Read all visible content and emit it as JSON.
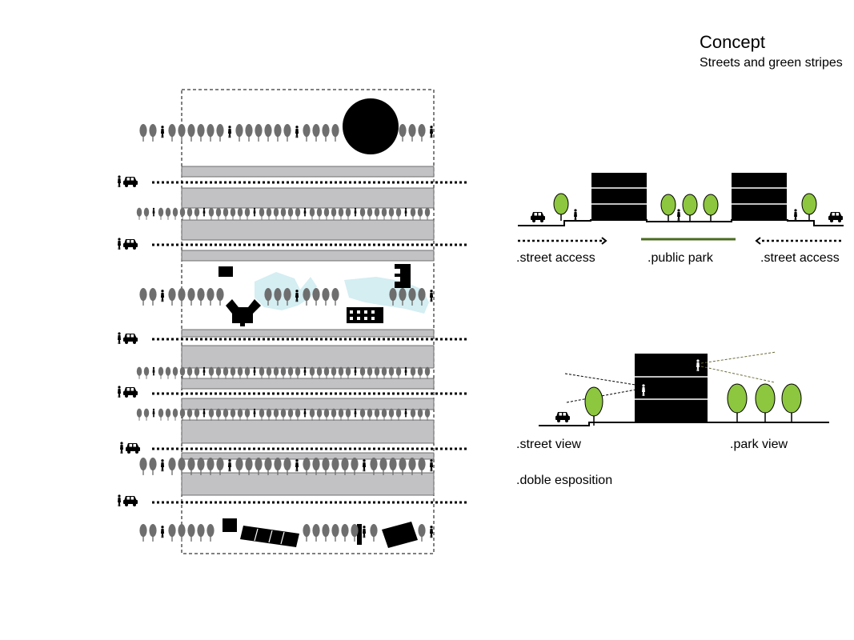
{
  "header": {
    "title": "Concept",
    "subtitle": "Streets and green stripes"
  },
  "section_diagram": {
    "labels": {
      "left_access": ".street access",
      "park": ".public park",
      "right_access": ".street access"
    }
  },
  "view_diagram": {
    "labels": {
      "street_view": ".street view",
      "park_view": ".park view",
      "caption": ".doble esposition"
    }
  },
  "colors": {
    "tree_green": "#8dc63f",
    "park_line": "#4a6b1f",
    "stripe_gray": "#c2c2c4",
    "tree_gray": "#6e6e6e",
    "water": "#d4eef2",
    "sight_line": "#6b6b3a"
  }
}
